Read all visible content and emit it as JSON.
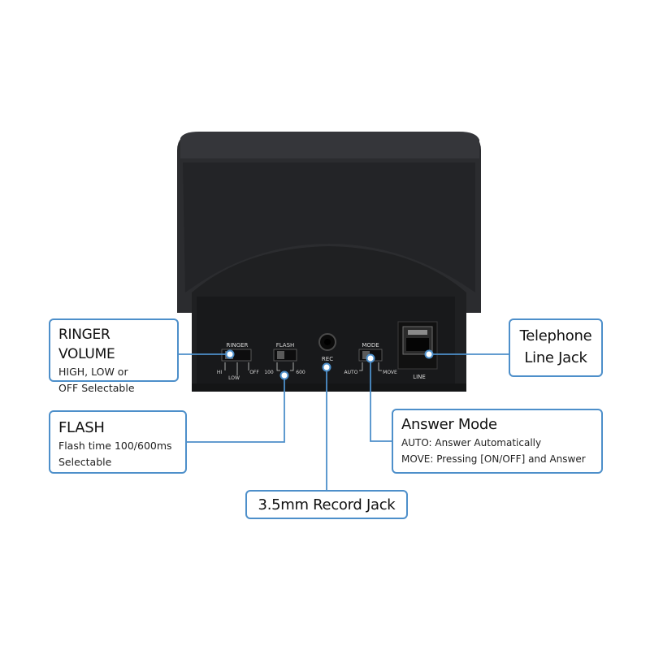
{
  "panel_labels": {
    "ringer": "RINGER",
    "ringer_hi": "HI",
    "ringer_low": "LOW",
    "ringer_off": "OFF",
    "flash": "FLASH",
    "flash_100": "100",
    "flash_600": "600",
    "rec": "REC",
    "mode": "MODE",
    "mode_auto": "AUTO",
    "mode_move": "MOVE",
    "line": "LINE"
  },
  "callouts": {
    "ringer": {
      "title": "RINGER VOLUME",
      "lines": [
        "HIGH, LOW or",
        "OFF Selectable"
      ]
    },
    "flash": {
      "title": "FLASH",
      "lines": [
        "Flash time 100/600ms",
        "Selectable"
      ]
    },
    "answer": {
      "title": "Answer Mode",
      "lines": [
        "AUTO: Answer Automatically",
        "MOVE: Pressing [ON/OFF] and Answer"
      ]
    },
    "record": {
      "title": "3.5mm Record Jack"
    },
    "line": {
      "title_line1": "Telephone",
      "title_line2": "Line Jack"
    }
  },
  "colors": {
    "accent": "#4d8fca",
    "device_body": "#252628",
    "device_top": "#2f3033",
    "panel": "#1c1d1f"
  }
}
